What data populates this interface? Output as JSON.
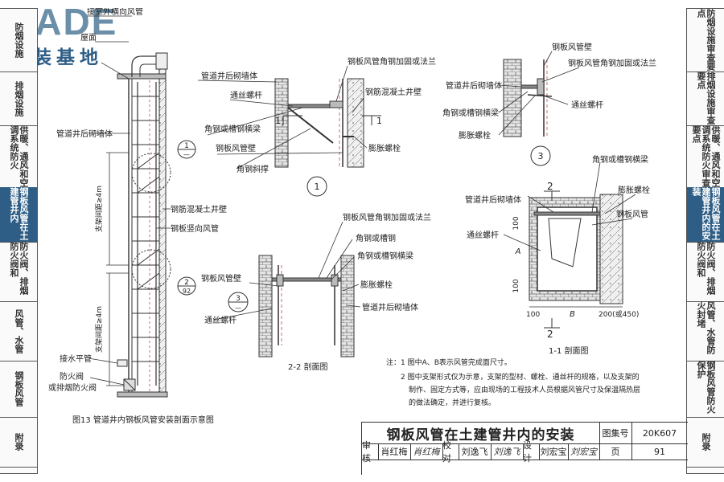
{
  "logo": {
    "main": "BADE",
    "sub": "建装基地"
  },
  "left_sidebar": [
    {
      "label": "防烟设施",
      "active": false
    },
    {
      "label": "排烟设施",
      "active": false
    },
    {
      "label": "供暖、通风和空调系统防火",
      "active": false
    },
    {
      "label": "钢板风管在土建管井内",
      "active": true
    },
    {
      "label": "防火阀、排烟防火阀和",
      "active": false
    },
    {
      "label": "风管、水管",
      "active": false
    },
    {
      "label": "钢板风管",
      "active": false
    },
    {
      "label": "附录",
      "active": false
    }
  ],
  "right_sidebar": [
    {
      "label": "防烟设施审查要点",
      "active": false
    },
    {
      "label": "排烟设施审查要点",
      "active": false
    },
    {
      "label": "供暖、通风和空调系统防火审查要点",
      "active": false
    },
    {
      "label": "钢板风管在土建管井内的安装",
      "active": true
    },
    {
      "label": "防火阀、排烟防火阀和",
      "active": false
    },
    {
      "label": "风管、水管防火封堵",
      "active": false
    },
    {
      "label": "钢板风管防火保护",
      "active": false
    },
    {
      "label": "附录",
      "active": false
    }
  ],
  "main_figure": {
    "labels": {
      "roof": "屋面",
      "wall_back": "管道井后砌墙体",
      "rc_wall": "钢筋混凝土井壁",
      "steel_duct": "钢板竖向风管",
      "bracket_spacing_1": "支架间距≥4m",
      "bracket_spacing_2": "支架间距≥4m",
      "water_pipe": "接水平管",
      "fire_damper": "防火阀",
      "smoke_damper": "或排烟防火阀",
      "top_label": "接室外横向风管"
    },
    "callouts": [
      {
        "num": "1",
        "sub": "—"
      },
      {
        "num": "2",
        "sub": "92"
      }
    ],
    "caption": "图13 管道井内钢板风管安装剖面示意图"
  },
  "detail1": {
    "labels": {
      "wall": "管道井后砌墙体",
      "bolt": "通丝螺杆",
      "flange": "钢板风管角钢加固或法兰",
      "rc_wall": "钢筋混凝土井壁",
      "beam": "角钢或槽钢横梁",
      "expansion": "膨胀螺栓",
      "duct_wall": "钢板风管壁",
      "brace": "角钢斜撑"
    },
    "section_mark": "1",
    "callout": "1"
  },
  "detail3": {
    "labels": {
      "duct_wall": "钢板风管壁",
      "flange": "钢板风管角钢加固或法兰",
      "wall": "管道井后砌墙体",
      "bolt": "通丝螺杆",
      "beam": "角钢或槽钢横梁",
      "expansion": "膨胀螺栓"
    },
    "callout": "3"
  },
  "section22": {
    "labels": {
      "flange": "钢板风管角钢加固或法兰",
      "angle": "角钢或槽钢",
      "beam": "角钢或槽钢横梁",
      "duct_wall": "钢板风管壁",
      "expansion": "膨胀螺栓",
      "wall": "管道井后砌墙体",
      "bolt": "通丝螺杆"
    },
    "callout": {
      "num": "3",
      "sub": "—"
    },
    "caption": "2-2 剖面图"
  },
  "section11": {
    "labels": {
      "beam": "角钢或槽钢横梁",
      "wall": "管道井后砌墙体",
      "expansion": "膨胀螺栓",
      "duct": "钢板风管",
      "bolt": "通丝螺杆"
    },
    "dims": {
      "top": "100",
      "side_a": "A",
      "bottom": "100",
      "left": "100",
      "b": "B",
      "right": "200(或450)"
    },
    "section_mark": "2",
    "caption": "1-1 剖面图"
  },
  "notes": {
    "prefix": "注：",
    "items": [
      "1 图中A、B表示风管完成面尺寸。",
      "2 图中支架形式仅为示意，支架的型材、螺栓、通丝杆的规格，以及支架的",
      "制作、固定方式等，应由现场的工程技术人员根据风管尺寸及保温隔热层",
      "的做法确定，并进行复核。"
    ]
  },
  "title_block": {
    "title": "钢板风管在土建管井内的安装",
    "atlas_label": "图集号",
    "atlas_no": "20K607",
    "review": "审核",
    "reviewer": "肖红梅",
    "reviewer_sig": "肖红梅",
    "check": "校对",
    "checker": "刘逸飞",
    "checker_sig": "刘逸飞",
    "design": "设计",
    "designer": "刘宏宝",
    "designer_sig": "刘宏宝",
    "page_label": "页",
    "page_no": "91"
  }
}
